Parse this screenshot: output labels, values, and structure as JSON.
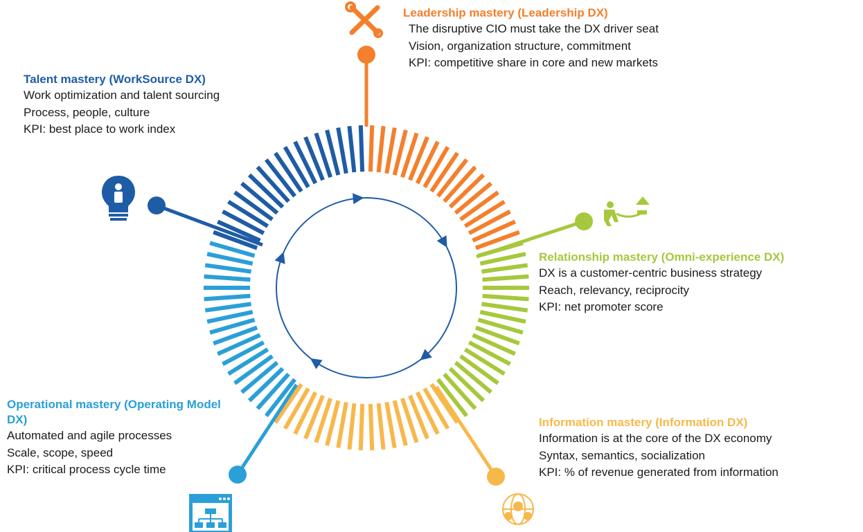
{
  "colors": {
    "leadership": "#f47f2c",
    "relationship": "#a6c83c",
    "information": "#f7b84b",
    "operational": "#2a9fd8",
    "talent": "#1f5ca6",
    "cycle": "#1f5ca6"
  },
  "sections": {
    "leadership": {
      "title": "Leadership mastery (Leadership DX)",
      "lines": [
        "The disruptive CIO must take the DX driver seat",
        "Vision, organization structure, commitment",
        "KPI: competitive share in core and new markets"
      ],
      "icon": "wrench-screwdriver-icon"
    },
    "talent": {
      "title": "Talent mastery (WorkSource DX)",
      "lines": [
        "Work optimization and talent sourcing",
        "Process, people, culture",
        "KPI: best place to work index"
      ],
      "icon": "lightbulb-person-icon"
    },
    "relationship": {
      "title": "Relationship mastery (Omni-experience DX)",
      "lines": [
        "DX is a customer-centric business strategy",
        "Reach, relevancy, reciprocity",
        "KPI: net promoter score"
      ],
      "icon": "tug-of-war-icon"
    },
    "information": {
      "title": "Information mastery (Information DX)",
      "lines": [
        "Information is at the core of the DX economy",
        "Syntax, semantics, socialization",
        "KPI: % of revenue generated from information"
      ],
      "icon": "globe-network-icon"
    },
    "operational": {
      "title": "Operational mastery (Operating Model DX)",
      "lines": [
        "Automated and agile processes",
        "Scale, scope, speed",
        "KPI: critical process cycle time"
      ],
      "icon": "org-chart-window-icon"
    }
  }
}
